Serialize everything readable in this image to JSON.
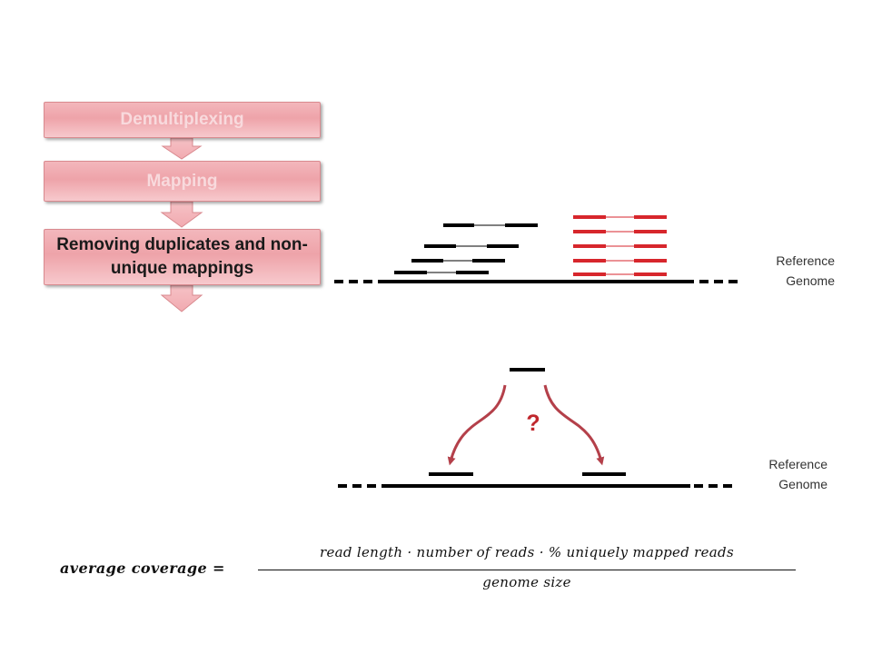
{
  "pipeline": {
    "steps": [
      {
        "label": "Demultiplexing",
        "state": "inactive"
      },
      {
        "label": "Mapping",
        "state": "inactive"
      },
      {
        "label": "Removing duplicates and non-unique mappings",
        "state": "active"
      }
    ]
  },
  "duplicates_panel": {
    "reference_label_line1": "Reference",
    "reference_label_line2": "Genome"
  },
  "multimapping_panel": {
    "question_mark": "?",
    "reference_label_line1": "Reference",
    "reference_label_line2": "Genome"
  },
  "formula": {
    "lhs": "average coverage =",
    "numerator": "read length ·  number of reads · % uniquely mapped reads",
    "denominator": "genome size"
  },
  "colors": {
    "step_fill": "#eea3a9",
    "step_text_faded": "#f8dadd",
    "connector_arrow": "#f4b6bb",
    "duplicate_reads": "#d7262c",
    "multimap_arrow": "#b4404a",
    "reads": "#000000"
  }
}
